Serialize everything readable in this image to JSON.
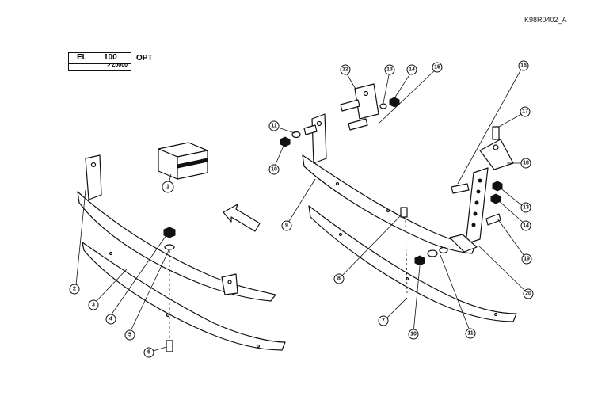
{
  "drawing_id": "K98R0402_A",
  "model_box": {
    "model": "EL",
    "number": "100",
    "serial": "> Z0000"
  },
  "option_label": "OPT",
  "callouts": [
    "1",
    "2",
    "3",
    "4",
    "5",
    "6",
    "7",
    "8",
    "9",
    "10",
    "10",
    "11",
    "11",
    "12",
    "13",
    "13",
    "14",
    "14",
    "15",
    "16",
    "17",
    "18",
    "19",
    "20"
  ]
}
